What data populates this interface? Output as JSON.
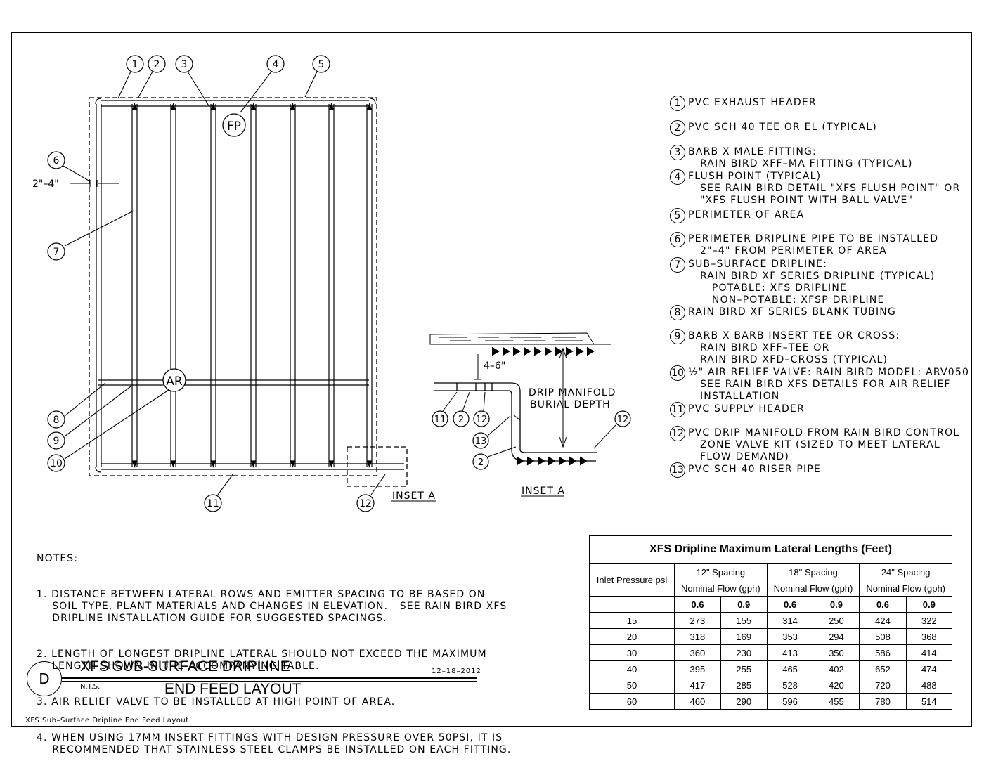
{
  "main_plan": {
    "callouts": [
      "1",
      "2",
      "3",
      "4",
      "5",
      "6",
      "7",
      "8",
      "9",
      "10",
      "11",
      "12"
    ],
    "dimension": "2\"–4\"",
    "flush_point": "FP",
    "air_relief": "AR",
    "inset_label": "INSET A"
  },
  "inset_detail": {
    "depth": "4–6\"",
    "label_line1": "DRIP MANIFOLD",
    "label_line2": "BURIAL DEPTH",
    "inset_label": "INSET A",
    "callouts": [
      "11",
      "2",
      "12",
      "13",
      "2",
      "12"
    ]
  },
  "legend": [
    {
      "num": "1",
      "lines": [
        "PVC EXHAUST HEADER"
      ]
    },
    {
      "num": "2",
      "lines": [
        "PVC SCH 40 TEE OR EL (TYPICAL)"
      ]
    },
    {
      "num": "3",
      "lines": [
        "BARB X MALE FITTING:",
        "   RAIN BIRD XFF–MA FITTING (TYPICAL)"
      ]
    },
    {
      "num": "4",
      "lines": [
        "FLUSH POINT (TYPICAL)",
        "   SEE RAIN BIRD DETAIL \"XFS FLUSH POINT\" OR",
        "   \"XFS FLUSH POINT WITH BALL VALVE\""
      ]
    },
    {
      "num": "5",
      "lines": [
        "PERIMETER OF AREA"
      ]
    },
    {
      "num": "6",
      "lines": [
        "PERIMETER DRIPLINE PIPE TO BE INSTALLED",
        "   2\"–4\" FROM PERIMETER OF AREA"
      ]
    },
    {
      "num": "7",
      "lines": [
        "SUB–SURFACE DRIPLINE:",
        "   RAIN BIRD XF SERIES DRIPLINE (TYPICAL)",
        "      POTABLE: XFS DRIPLINE",
        "      NON–POTABLE: XFSP DRIPLINE"
      ]
    },
    {
      "num": "8",
      "lines": [
        "RAIN BIRD XF SERIES BLANK TUBING"
      ]
    },
    {
      "num": "9",
      "lines": [
        "BARB X BARB INSERT TEE OR CROSS:",
        "   RAIN BIRD XFF–TEE OR",
        "   RAIN BIRD XFD–CROSS (TYPICAL)"
      ]
    },
    {
      "num": "10",
      "lines": [
        "½\" AIR RELIEF VALVE: RAIN BIRD MODEL: ARV050",
        "   SEE RAIN BIRD XFS DETAILS FOR AIR RELIEF",
        "   INSTALLATION"
      ]
    },
    {
      "num": "11",
      "lines": [
        "PVC SUPPLY HEADER"
      ]
    },
    {
      "num": "12",
      "lines": [
        "PVC DRIP MANIFOLD FROM RAIN BIRD CONTROL",
        "   ZONE VALVE KIT (SIZED TO MEET LATERAL",
        "   FLOW DEMAND)"
      ]
    },
    {
      "num": "13",
      "lines": [
        "PVC SCH 40 RISER PIPE"
      ]
    }
  ],
  "notes": {
    "heading": "NOTES:",
    "items": [
      "1. DISTANCE BETWEEN LATERAL ROWS AND EMITTER SPACING TO BE BASED ON\n    SOIL TYPE, PLANT MATERIALS AND CHANGES IN ELEVATION.   SEE RAIN BIRD XFS\n    DRIPLINE INSTALLATION GUIDE FOR SUGGESTED SPACINGS.",
      "2. LENGTH OF LONGEST DRIPLINE LATERAL SHOULD NOT EXCEED THE MAXIMUM\n    LENGTH SHOWN IN THE ACCOMPANYING TABLE.",
      "3. AIR RELIEF VALVE TO BE INSTALLED AT HIGH POINT OF AREA.",
      "4. WHEN USING 17MM INSERT FITTINGS WITH DESIGN PRESSURE OVER 50PSI, IT IS\n    RECOMMENDED THAT STAINLESS STEEL CLAMPS BE INSTALLED ON EACH FITTING."
    ]
  },
  "title_block": {
    "detail_letter": "D",
    "title": "XFS SUB-SURFACE DRIPLINE",
    "subtitle": "END FEED LAYOUT",
    "scale": "N.T.S.",
    "date": "12–18–2012"
  },
  "footer": "XFS Sub–Surface Dripline End Feed Layout",
  "table": {
    "title": "XFS Dripline Maximum Lateral Lengths (Feet)",
    "row_header": "Inlet Pressure psi",
    "spacings": [
      "12\" Spacing",
      "18\" Spacing",
      "24\" Spacing"
    ],
    "flow_label": "Nominal Flow (gph)",
    "flows": [
      "0.6",
      "0.9",
      "0.6",
      "0.9",
      "0.6",
      "0.9"
    ],
    "rows": [
      {
        "psi": "15",
        "values": [
          "273",
          "155",
          "314",
          "250",
          "424",
          "322"
        ]
      },
      {
        "psi": "20",
        "values": [
          "318",
          "169",
          "353",
          "294",
          "508",
          "368"
        ]
      },
      {
        "psi": "30",
        "values": [
          "360",
          "230",
          "413",
          "350",
          "586",
          "414"
        ]
      },
      {
        "psi": "40",
        "values": [
          "395",
          "255",
          "465",
          "402",
          "652",
          "474"
        ]
      },
      {
        "psi": "50",
        "values": [
          "417",
          "285",
          "528",
          "420",
          "720",
          "488"
        ]
      },
      {
        "psi": "60",
        "values": [
          "460",
          "290",
          "596",
          "455",
          "780",
          "514"
        ]
      }
    ]
  }
}
